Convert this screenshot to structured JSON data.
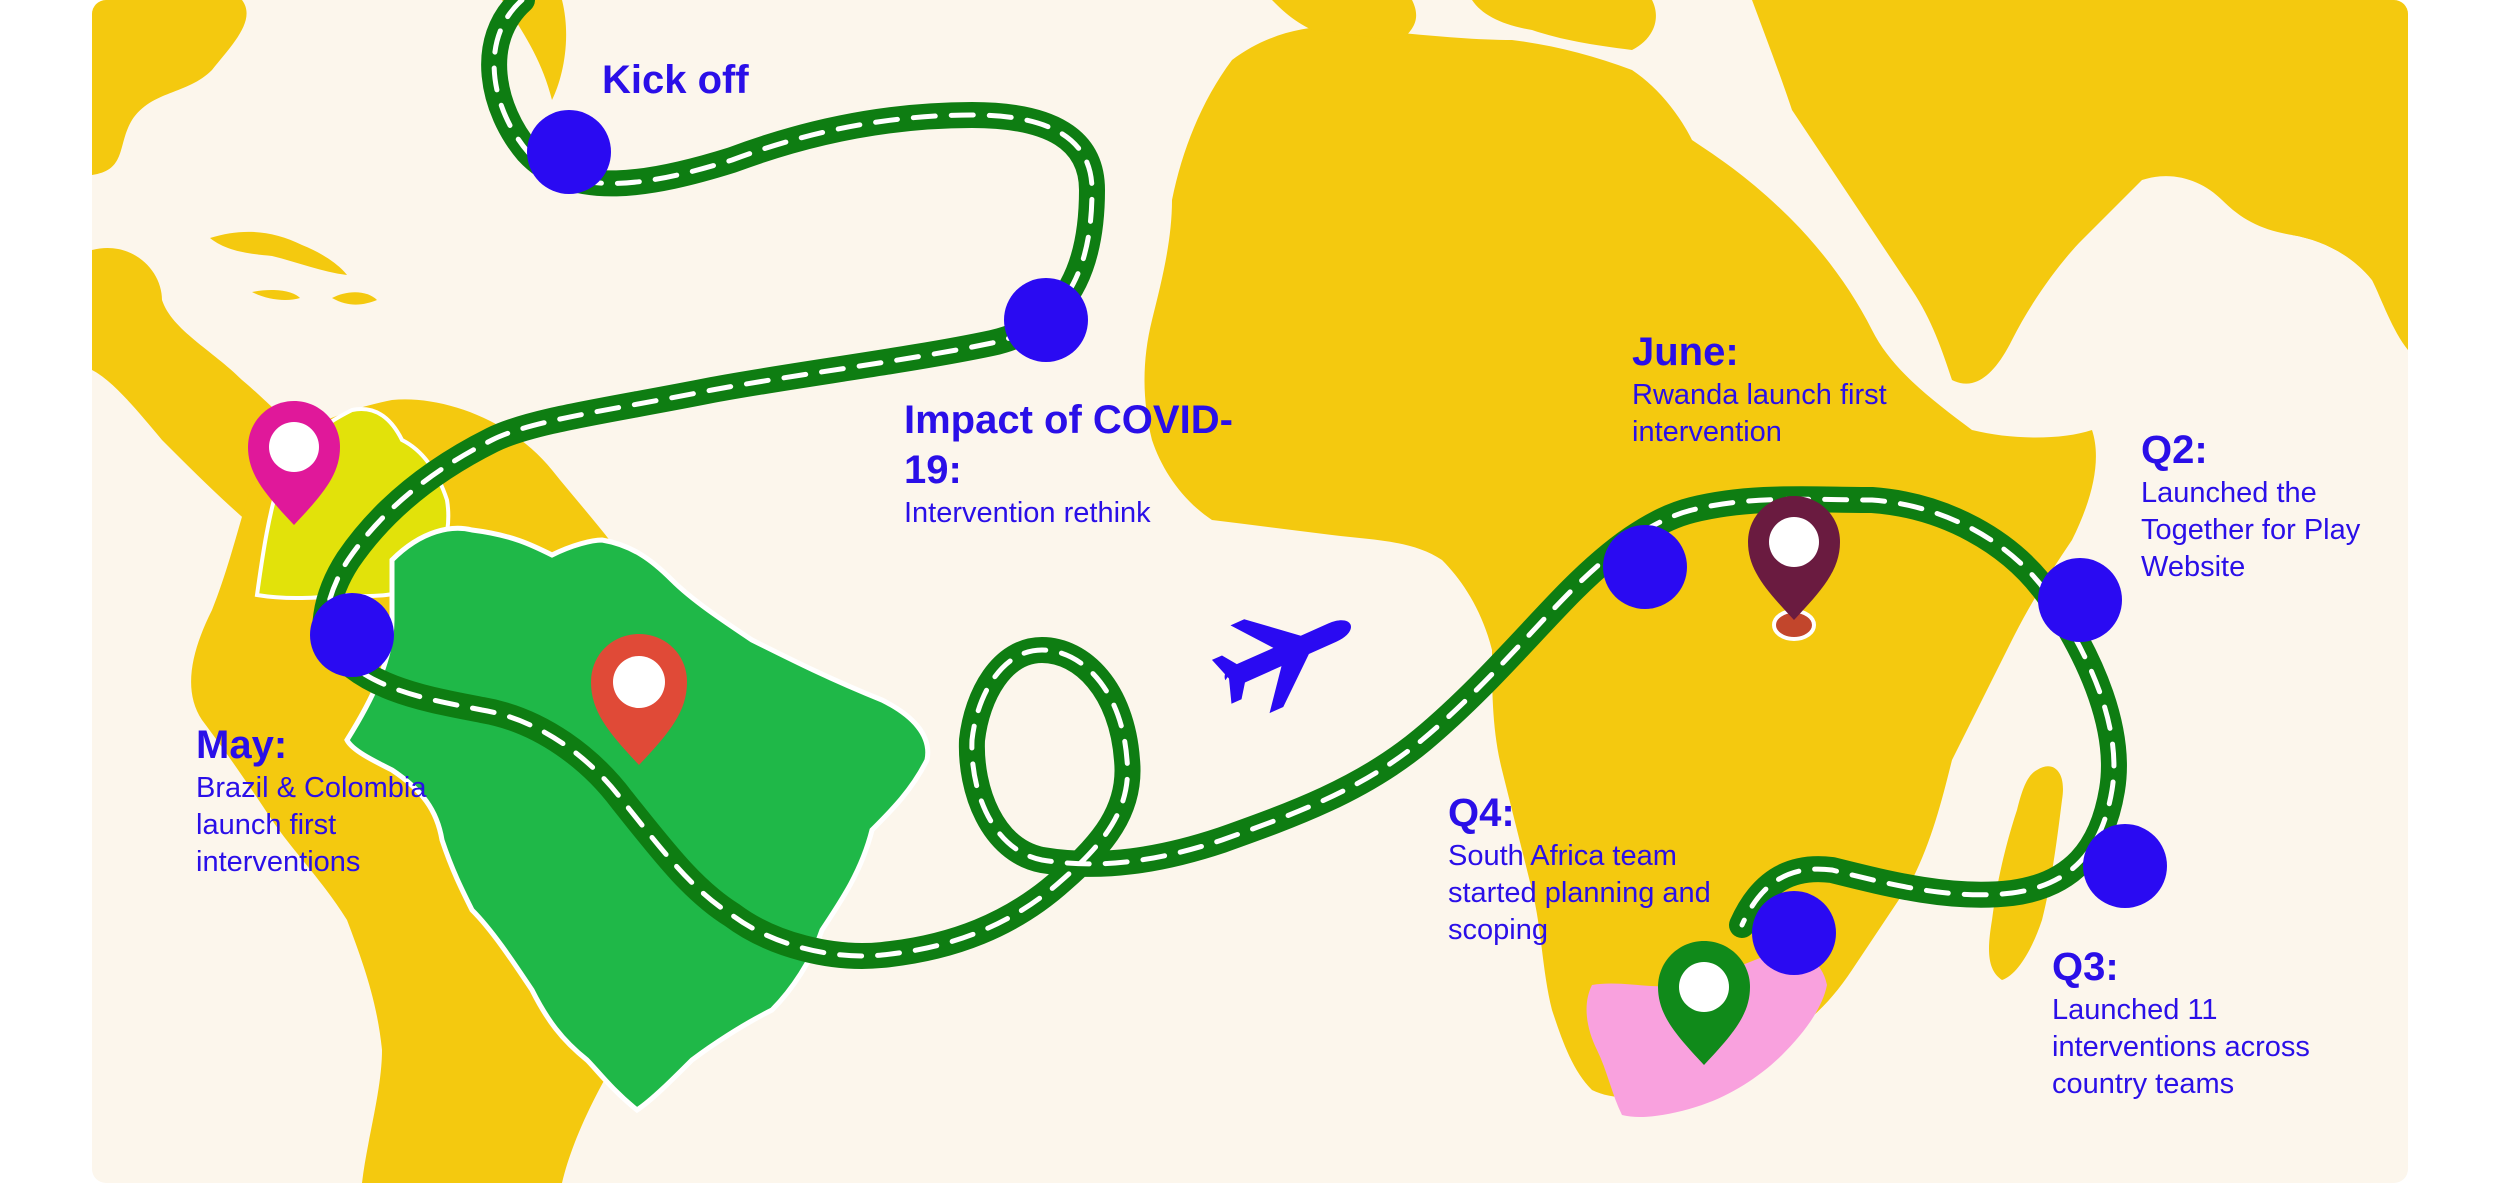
{
  "colors": {
    "background": "#fcf6ec",
    "land": "#f4c90f",
    "road": "#0e7d12",
    "road_dash": "#ffffff",
    "milestone": "#2a0af2",
    "text": "#2a0fe8",
    "brazil": "#1fb848",
    "colombia": "#e2e20a",
    "south_africa": "#f9a1de",
    "rwanda_pin": "#6a1b40",
    "colombia_pin": "#e0189a",
    "brazil_pin": "#e04a37",
    "south_africa_pin": "#108a1a",
    "airplane": "#2a0af2"
  },
  "icons": [
    "airplane-icon",
    "map-pin-icon"
  ],
  "milestones": [
    {
      "id": "kickoff",
      "heading": "Kick off",
      "body": ""
    },
    {
      "id": "covid",
      "heading": "Impact of COVID-19:",
      "body": "Intervention rethink"
    },
    {
      "id": "may",
      "heading": "May:",
      "body": "Brazil & Colombia launch first interventions"
    },
    {
      "id": "june",
      "heading": "June:",
      "body": "Rwanda launch first intervention"
    },
    {
      "id": "q2",
      "heading": "Q2:",
      "body": "Launched the Together for Play Website"
    },
    {
      "id": "q3",
      "heading": "Q3:",
      "body": "Launched 11 interventions across country teams"
    },
    {
      "id": "q4",
      "heading": "Q4:",
      "body": "South Africa team started planning and scoping"
    }
  ],
  "pins": [
    {
      "country": "Colombia",
      "color": "#e0189a"
    },
    {
      "country": "Brazil",
      "color": "#e04a37"
    },
    {
      "country": "Rwanda",
      "color": "#6a1b40"
    },
    {
      "country": "South Africa",
      "color": "#108a1a"
    }
  ]
}
